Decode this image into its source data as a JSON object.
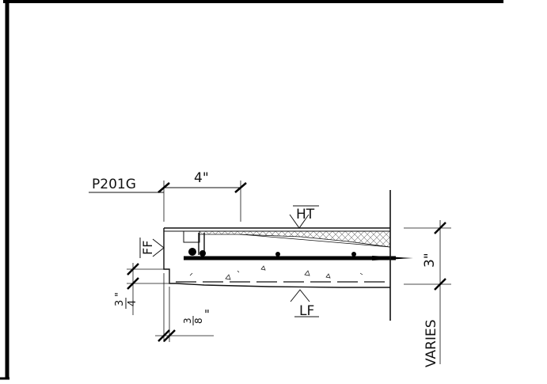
{
  "labels": {
    "mark": "P201G",
    "width_dim": "4\"",
    "top_finish": "HT",
    "face_finish": "FF",
    "bottom_finish": "LF",
    "thickness_dim": "3\"",
    "drop_dim": "3\"",
    "drop_fraction_num": "3",
    "drop_fraction_den": "4",
    "setback_fraction_num": "3",
    "setback_fraction_den": "8",
    "setback_quote": "\"",
    "varies": "VARIES"
  }
}
